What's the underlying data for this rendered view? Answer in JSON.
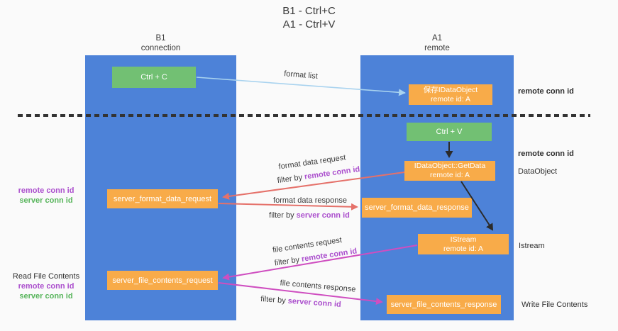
{
  "title": {
    "line1": "B1 - Ctrl+C",
    "line2": "A1 - Ctrl+V"
  },
  "lanes": {
    "left": {
      "title": "B1",
      "subtitle": "connection"
    },
    "right": {
      "title": "A1",
      "subtitle": "remote"
    }
  },
  "nodes": {
    "ctrl_c": {
      "label": "Ctrl + C"
    },
    "ctrl_v": {
      "label": "Ctrl + V"
    },
    "save_idataobject": {
      "line1": "保存IDataObject",
      "line2": "remote id: A"
    },
    "idataobject_getdata": {
      "line1": "IDataObject::GetData",
      "line2": "remote id: A"
    },
    "istream": {
      "line1": "IStream",
      "line2": "remote id: A"
    },
    "server_format_data_request": {
      "label": "server_format_data_request"
    },
    "server_format_data_response": {
      "label": "server_format_data_response"
    },
    "server_file_contents_request": {
      "label": "server_file_contents_request"
    },
    "server_file_contents_response": {
      "label": "server_file_contents_response"
    }
  },
  "flow_labels": {
    "format_list": "format list",
    "format_data_request": "format data request",
    "format_data_response": "format data response",
    "file_contents_request": "file contents request",
    "file_contents_response": "file contents response",
    "filter_by": "filter by",
    "remote_conn_id": "remote conn id",
    "server_conn_id": "server conn id"
  },
  "side_labels": {
    "remote_conn_id": "remote conn id",
    "server_conn_id": "server conn id",
    "dataobject": "DataObject",
    "istream": "Istream",
    "read_file_contents": "Read File Contents",
    "write_file_contents": "Write File Contents"
  },
  "colors": {
    "lane_blue": "#4d82d8",
    "node_orange": "#f8ab49",
    "key_green": "#72c073",
    "remote_conn_purple": "#ab4fcd",
    "server_conn_green": "#58b55c",
    "request_red": "#e5716a",
    "contents_magenta": "#cf4ec0",
    "format_list_blue": "#a9d3ef",
    "black_arrow": "#2b2b2b",
    "dashed_line": "#333333",
    "background": "#fafafa"
  }
}
